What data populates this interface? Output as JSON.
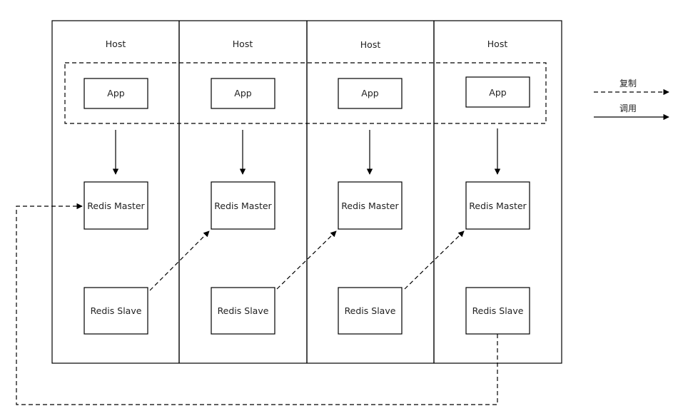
{
  "hosts": [
    {
      "label": "Host",
      "app": "App",
      "master": "Redis Master",
      "slave": "Redis Slave"
    },
    {
      "label": "Host",
      "app": "App",
      "master": "Redis Master",
      "slave": "Redis Slave"
    },
    {
      "label": "Host",
      "app": "App",
      "master": "Redis Master",
      "slave": "Redis Slave"
    },
    {
      "label": "Host",
      "app": "App",
      "master": "Redis Master",
      "slave": "Redis Slave"
    }
  ],
  "legend": {
    "replication": "复制",
    "call": "调用"
  }
}
